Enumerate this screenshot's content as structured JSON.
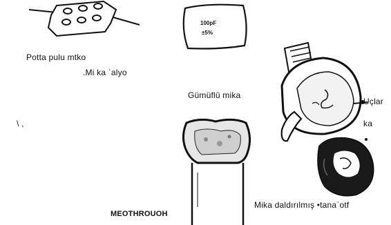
{
  "labels": {
    "potta": "Potta pulu  mtko",
    "mika_kalyo": ".Mi ka ˈalyo",
    "gumuflu": "Gümüflû mika",
    "uclar": "Uçlar",
    "ka": "ka",
    "stray": "\\ ,",
    "methru": "MEOTHROUOH",
    "daldirilmis": "Mika daldırılmış •tanaˈotf"
  },
  "capacitor_marking": {
    "value": "100pF",
    "tolerance": "±5%"
  },
  "colors": {
    "ink": "#111111",
    "paper": "#ffffff"
  }
}
